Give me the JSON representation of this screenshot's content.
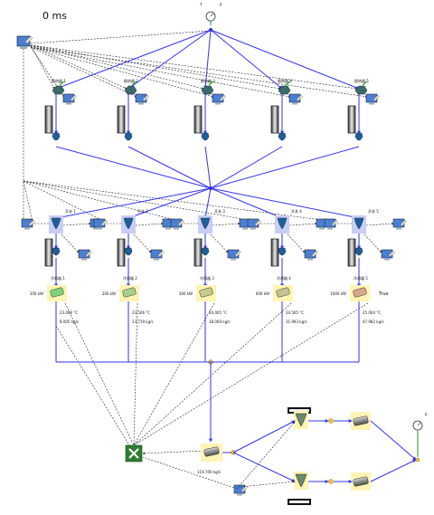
{
  "header": {
    "elapsed": "0 ms"
  },
  "top_gauge": {
    "t_label": "T",
    "p_label": "P"
  },
  "outlet_gauge": {
    "p_label": "P"
  },
  "heaters": [
    {
      "tag": "换热器 1"
    },
    {
      "tag": "换热器 2"
    },
    {
      "tag": "换热器 3"
    },
    {
      "tag": "换热器 4"
    },
    {
      "tag": "换热器 5"
    }
  ],
  "columns": [
    {
      "tag": "开关 1",
      "sub": "冷却器 1",
      "power": "100 kW",
      "temperature": "23.006 °C",
      "flow": "8.005 kg/s",
      "status": ""
    },
    {
      "tag": "开关 2",
      "sub": "冷却器 2",
      "power": "200 kW",
      "temperature": "23.506 °C",
      "flow": "13.719 kg/s",
      "status": ""
    },
    {
      "tag": "开关 3",
      "sub": "冷却器 3",
      "power": "300 kW",
      "temperature": "24.005 °C",
      "flow": "18.000 kg/s",
      "status": ""
    },
    {
      "tag": "开关 4",
      "sub": "冷却器 4",
      "power": "600 kW",
      "temperature": "24.505 °C",
      "flow": "31.993 kg/s",
      "status": ""
    },
    {
      "tag": "开关 5",
      "sub": "冷却器 5",
      "power": "1000 kW",
      "temperature": "25.004 °C",
      "flow": "47.982 kg/s",
      "status": "True"
    }
  ],
  "pipe_colors": [
    "#7dd47d",
    "#a8cf8e",
    "#c4cc8e",
    "#c9c290",
    "#d9a68e"
  ],
  "collector": {
    "flow": "119.700 kg/s"
  },
  "colors": {
    "flow_line": "#3333ee",
    "signal_line": "#222222",
    "pipe_highlight": "#fff4b3",
    "feed_line": "#44aa44"
  }
}
